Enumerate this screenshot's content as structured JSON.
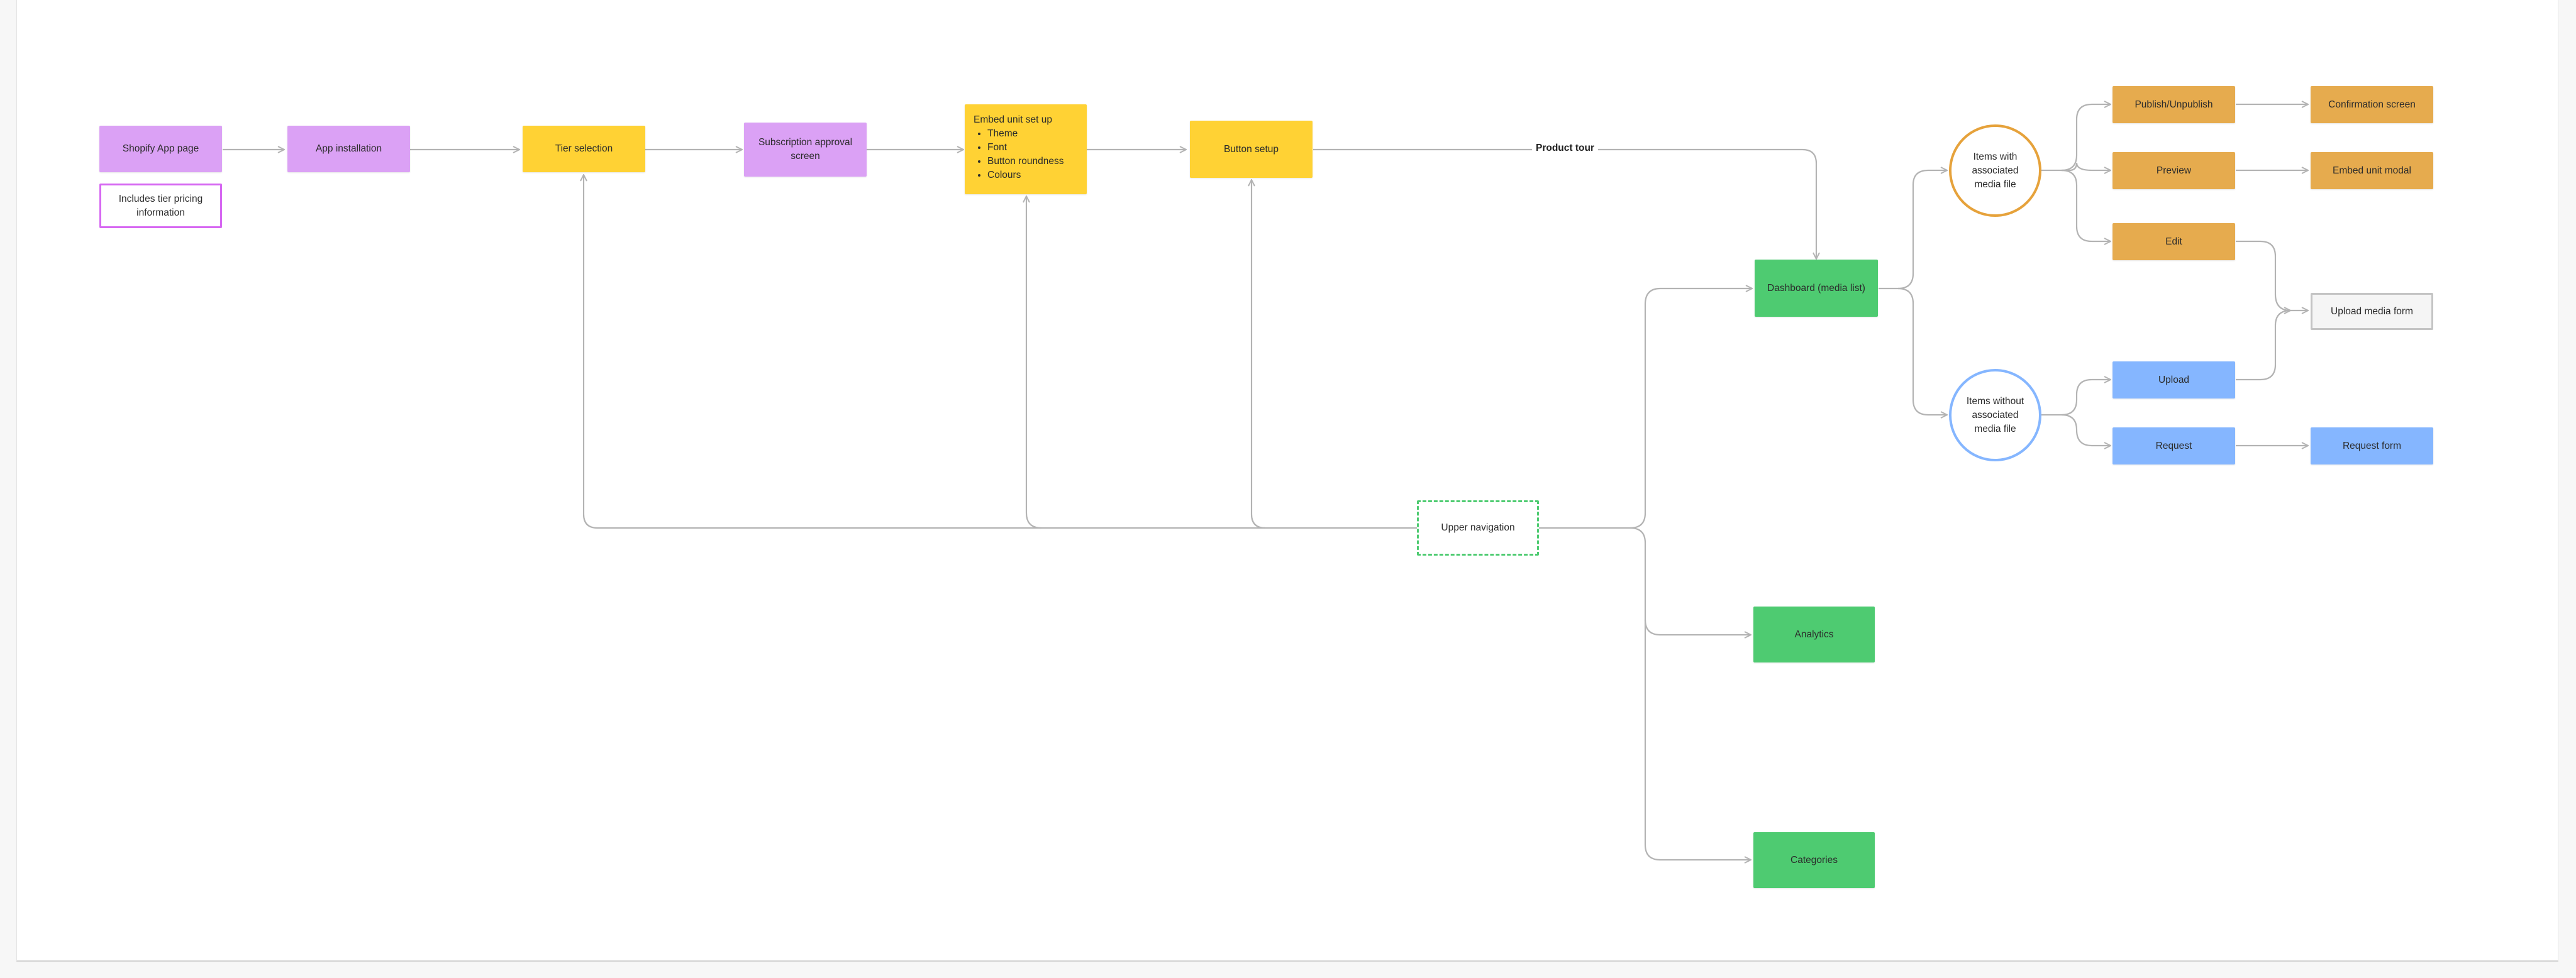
{
  "colors": {
    "purple": "#dba1f5",
    "purple_border": "#d667f2",
    "yellow": "#ffd234",
    "green": "#4ecb71",
    "green_dashed": "#4ecb71",
    "orange": "#e6ab4e",
    "orange_ring": "#e6a23b",
    "blue": "#85b6ff",
    "blue_ring": "#85b6ff",
    "connector": "#b3b3b3"
  },
  "nodes": {
    "shopify_app_page": "Shopify App page",
    "tier_pricing_note": "Includes tier pricing information",
    "app_installation": "App installation",
    "tier_selection": "Tier selection",
    "subscription_approval": "Subscription approval screen",
    "embed_unit_setup": {
      "title": "Embed unit set up",
      "items": [
        "Theme",
        "Font",
        "Button roundness",
        "Colours"
      ]
    },
    "button_setup": "Button setup",
    "product_tour_label": "Product tour",
    "dashboard": "Dashboard (media list)",
    "upper_navigation": "Upper navigation",
    "analytics": "Analytics",
    "categories": "Categories",
    "items_with_media": "Items with associated media file",
    "items_without_media": "Items without associated media file",
    "publish_unpublish": "Publish/Unpublish",
    "preview": "Preview",
    "edit": "Edit",
    "upload": "Upload",
    "request": "Request",
    "confirmation_screen": "Confirmation screen",
    "embed_unit_modal": "Embed unit modal",
    "upload_media_form": "Upload media form",
    "request_form": "Request form"
  }
}
